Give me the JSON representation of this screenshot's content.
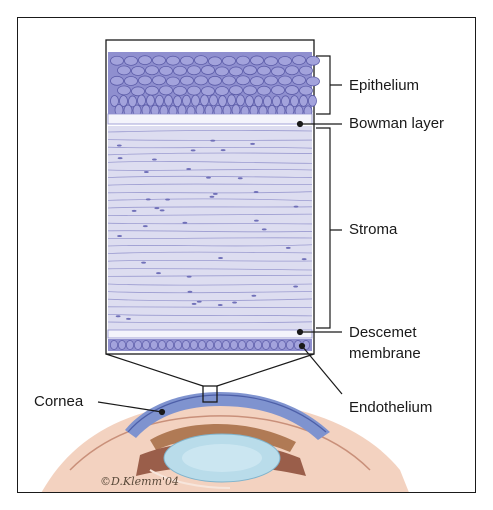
{
  "labels": {
    "epithelium": "Epithelium",
    "bowman": "Bowman layer",
    "stroma": "Stroma",
    "descemet_line1": "Descemet",
    "descemet_line2": "membrane",
    "endothelium": "Endothelium",
    "cornea": "Cornea"
  },
  "signature": "©D.Klemm'04",
  "colors": {
    "cell_fill": "#8f8fcf",
    "cell_dark": "#5c5ca8",
    "stroma_bg": "#ddddf0",
    "fiber": "#9b9bd0",
    "nucleus": "#7070b8",
    "membrane": "#f4f4fb",
    "skin": "#f3d2c0",
    "cornea_blue": "#7f93cf",
    "lens": "#b9dcea",
    "iris": "#b07a55"
  }
}
